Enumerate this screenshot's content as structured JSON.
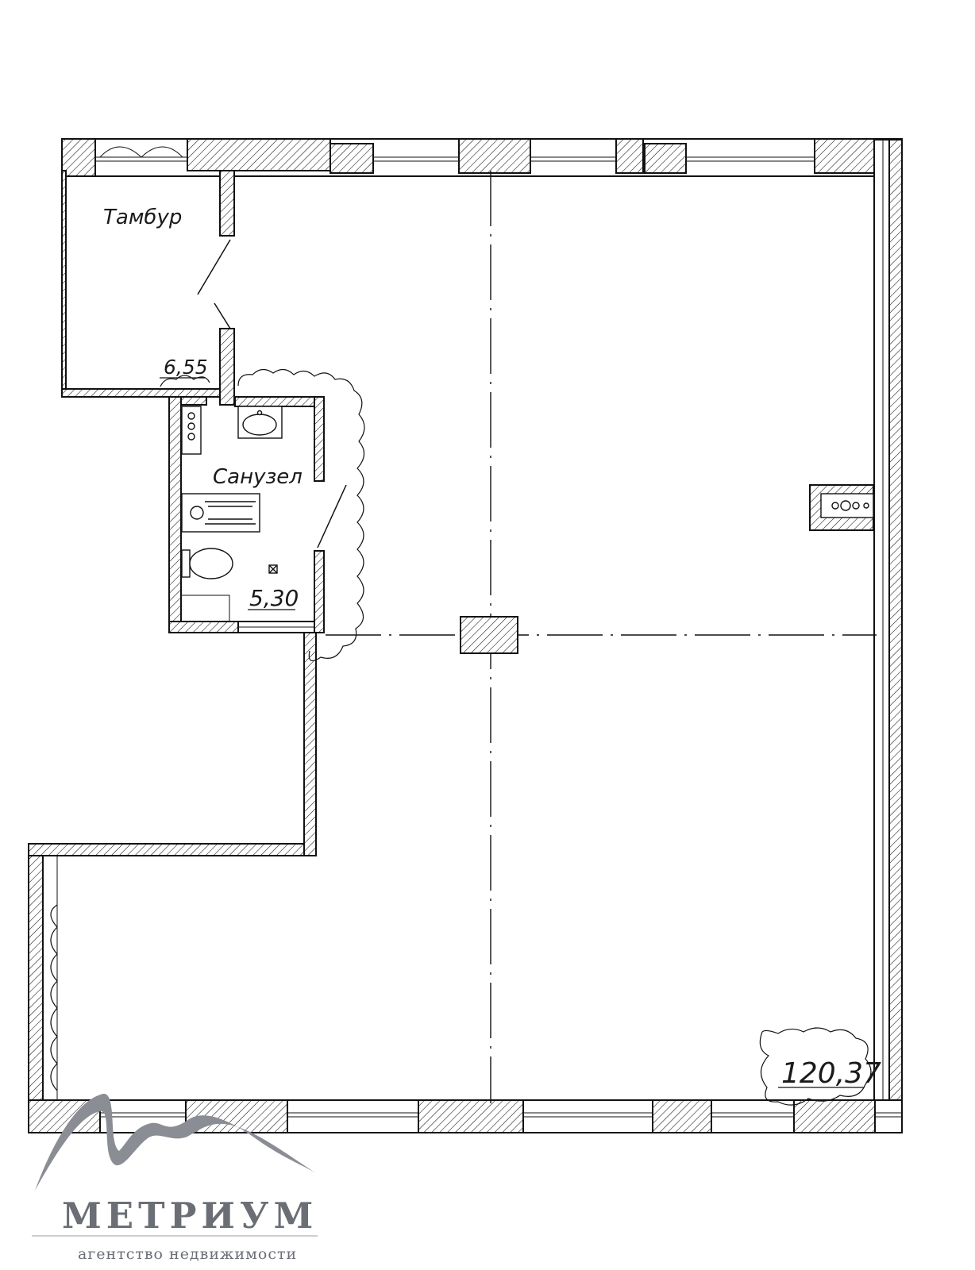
{
  "rooms": {
    "vestibule": {
      "name": "Тамбур",
      "area": "6,55"
    },
    "bathroom": {
      "name": "Санузел",
      "area": "5,30"
    },
    "main_hall": {
      "area": "120,37"
    }
  },
  "brand": {
    "name": "МЕТРИУМ",
    "tagline": "агентство недвижимости"
  }
}
